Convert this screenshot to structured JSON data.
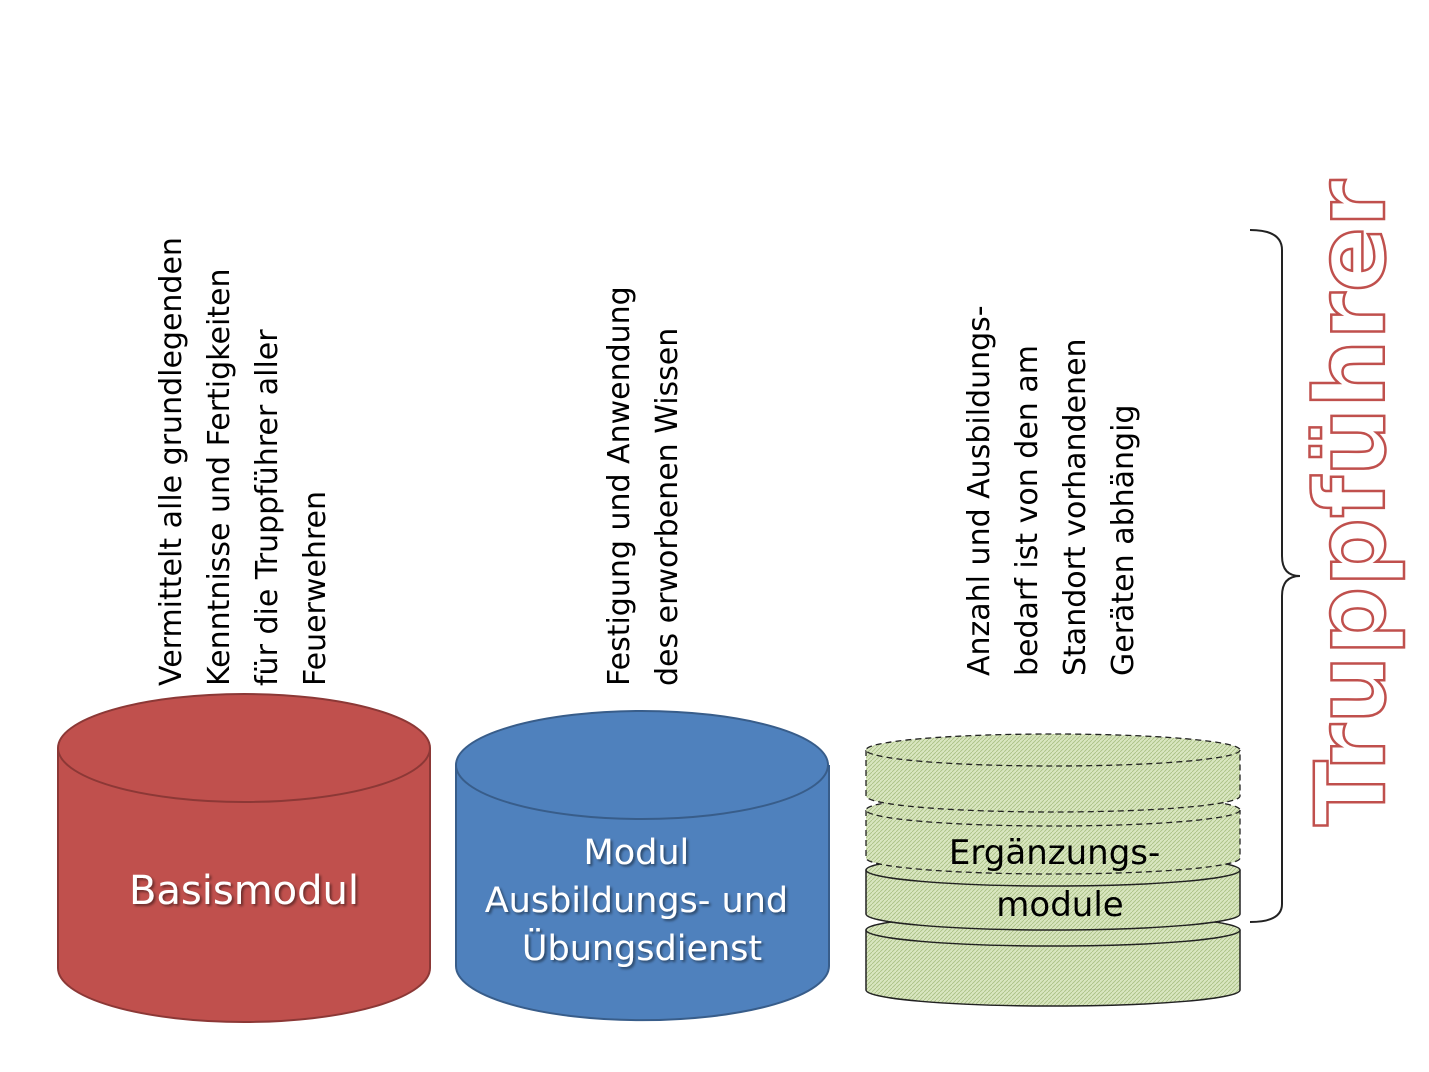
{
  "modules": {
    "basis": {
      "label": "Basismodul",
      "description": [
        "Vermittelt alle grundlegenden",
        "Kenntnisse  und Fertigkeiten",
        "für die Truppführer aller",
        "Feuerwehren"
      ]
    },
    "ausbildung": {
      "label": [
        "Modul",
        "Ausbildungs- und",
        "Übungsdienst"
      ],
      "description": [
        "Festigung und Anwendung",
        "des erworbenen Wissen"
      ]
    },
    "ergaenzung": {
      "label": [
        "Ergänzungs-",
        "module"
      ],
      "description": [
        "Anzahl und Ausbildungs-",
        "bedarf ist von den am",
        "Standort vorhandenen",
        "Geräten abhängig"
      ]
    }
  },
  "bracket_label": "Truppführer",
  "colors": {
    "basis": "#c0504d",
    "basis_stroke": "#8c3836",
    "ausbildung": "#4f81bd",
    "ausbildung_stroke": "#385d8a",
    "ergaenzung": "#d7e4bd",
    "ergaenzung_stroke": "#222222",
    "bracket_label_stroke": "#c0504d"
  }
}
